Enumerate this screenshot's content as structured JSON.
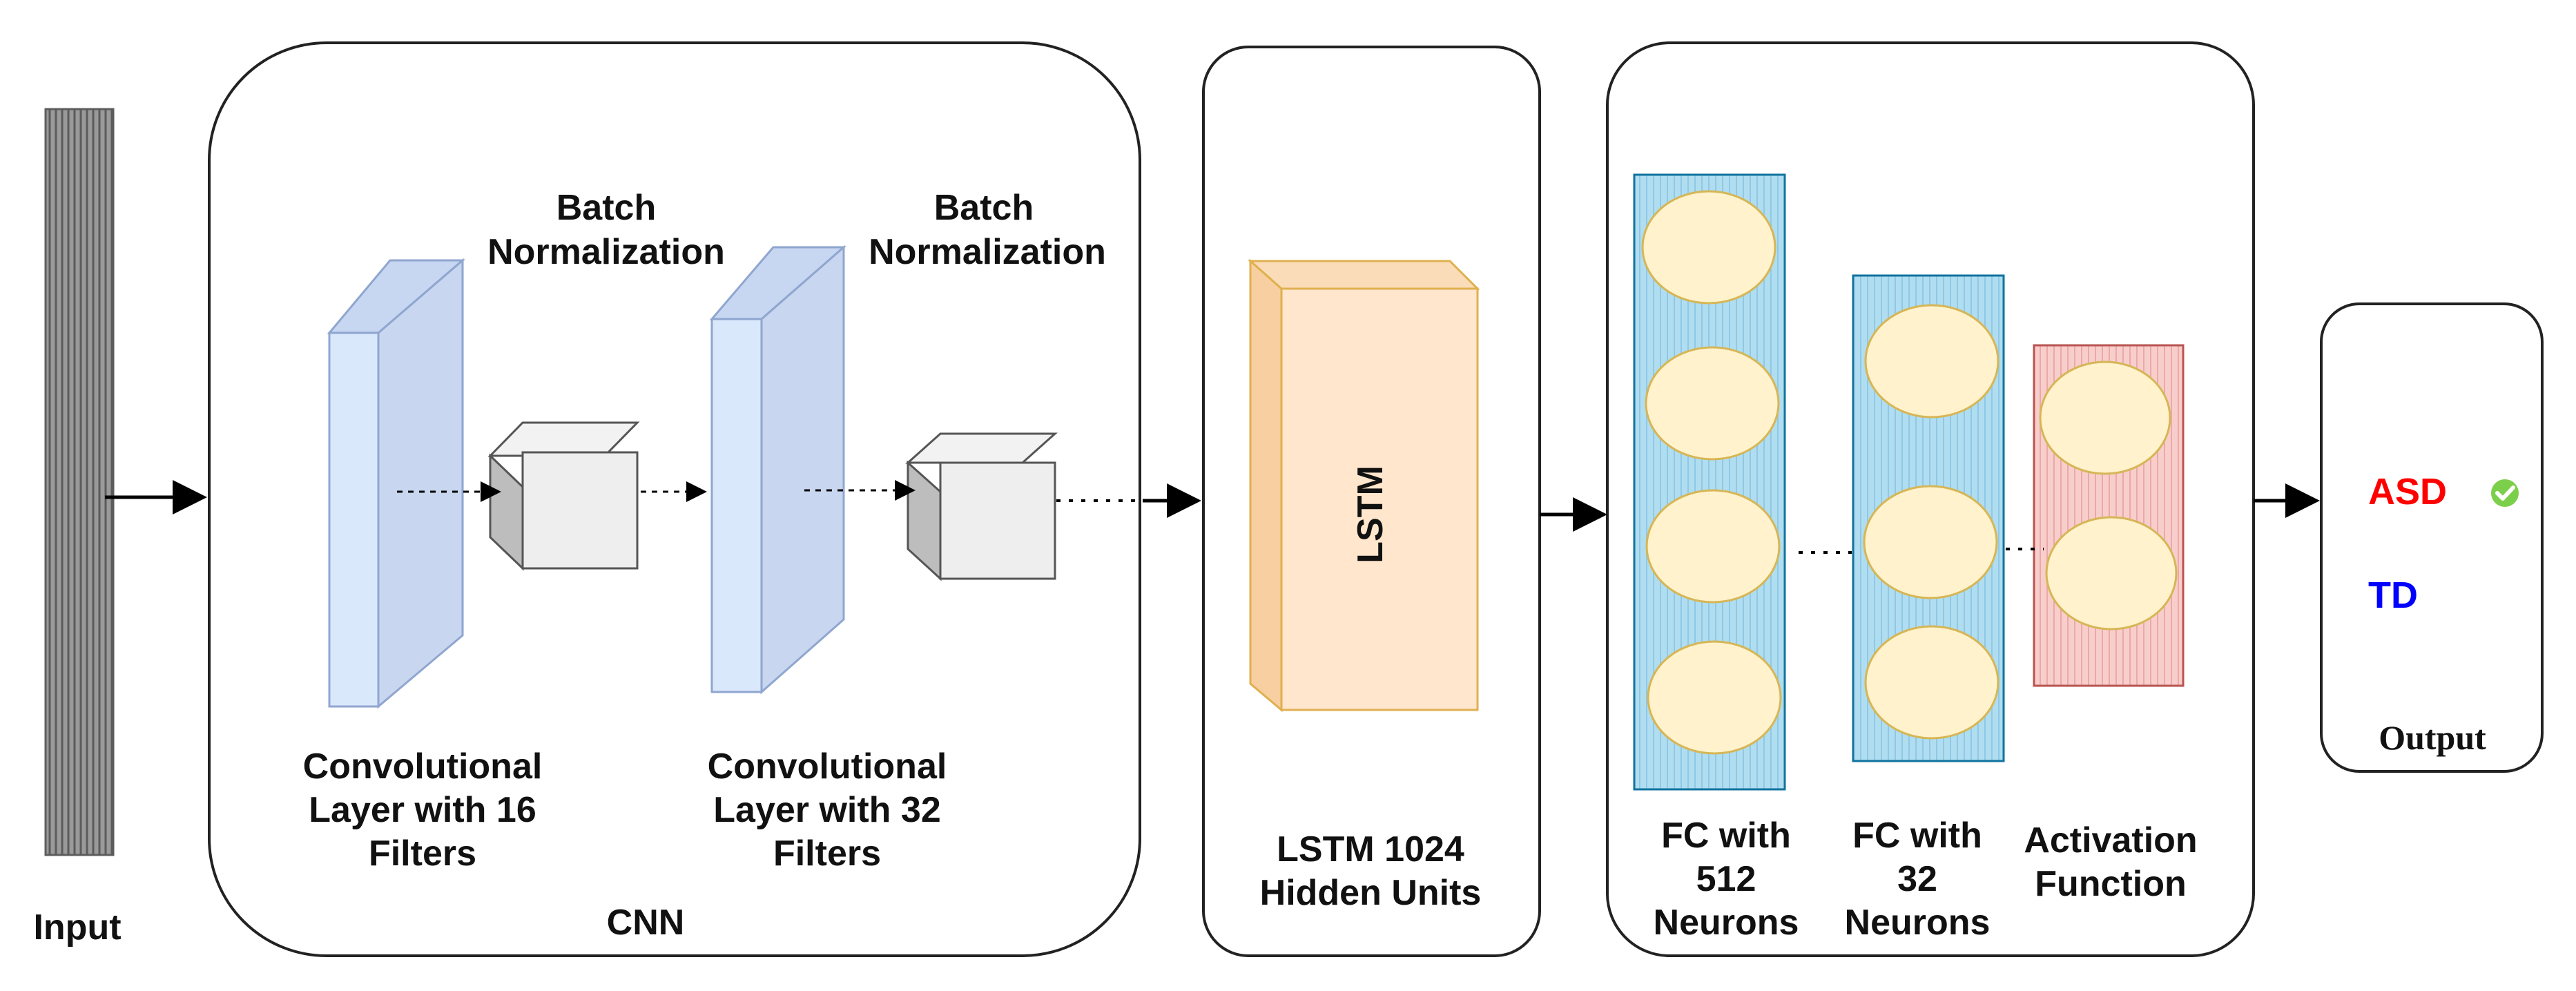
{
  "input": {
    "label": "Input"
  },
  "cnn": {
    "label": "CNN",
    "conv1": {
      "lines": [
        "Convolutional",
        "Layer with 16",
        "Filters"
      ]
    },
    "conv2": {
      "lines": [
        "Convolutional",
        "Layer with 32",
        "Filters"
      ]
    },
    "bn1": {
      "lines": [
        "Batch",
        "Normalization"
      ]
    },
    "bn2": {
      "lines": [
        "Batch",
        "Normalization"
      ]
    }
  },
  "lstm": {
    "block_label": "LSTM",
    "lines": [
      "LSTM 1024",
      "Hidden Units"
    ]
  },
  "fc": {
    "fc512": {
      "lines": [
        "FC with",
        "512",
        "Neurons"
      ]
    },
    "fc32": {
      "lines": [
        "FC with",
        "32",
        "Neurons"
      ]
    },
    "activation": {
      "lines": [
        "Activation",
        "Function"
      ]
    }
  },
  "output": {
    "label": "Output",
    "classes": [
      {
        "text": "ASD",
        "color": "#ff0000",
        "checked": true
      },
      {
        "text": "TD",
        "color": "#0000ff",
        "checked": false
      }
    ],
    "check_color": "#7ccf4a"
  },
  "colors": {
    "conv": "#dae8fc",
    "conv_side": "#c2d3ef",
    "conv_stroke": "#8fa6cf",
    "lstm_front": "#ffe6cc",
    "lstm_side": "#f7d3a6",
    "lstm_stroke": "#e0b04f",
    "fc_fill": "#b1ddf0",
    "fc_stroke": "#10739e",
    "act_fill": "#f8cecc",
    "act_stroke": "#b85450",
    "neuron_fill": "#fff2cc",
    "neuron_stroke": "#d6b656"
  }
}
